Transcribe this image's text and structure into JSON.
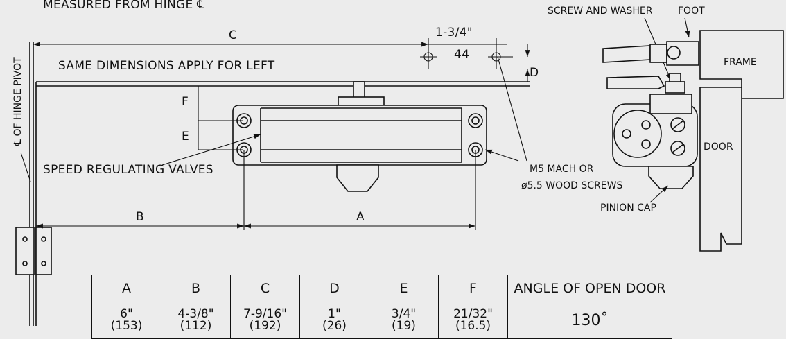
{
  "labels": {
    "measured_from": "MEASURED FROM HINGE ℄",
    "screw_and_washer": "SCREW AND WASHER",
    "foot": "FOOT",
    "frame": "FRAME",
    "door": "DOOR",
    "hinge_pivot": "℄ OF HINGE PIVOT",
    "same_dimensions": "SAME DIMENSIONS APPLY FOR LEFT",
    "speed_valves": "SPEED REGULATING VALVES",
    "screws_line1": "M5 MACH OR",
    "screws_line2": "ø5.5 WOOD SCREWS",
    "pinion_cap": "PINION CAP",
    "dim_c": "C",
    "dim_top_frac": "1-3/4\"",
    "dim_top_mm": "44",
    "dim_d": "D",
    "dim_f": "F",
    "dim_e": "E",
    "dim_b": "B",
    "dim_a": "A"
  },
  "table": {
    "headers": [
      "A",
      "B",
      "C",
      "D",
      "E",
      "F",
      "ANGLE OF OPEN DOOR"
    ],
    "values": [
      {
        "top": "6\"",
        "bottom": "(153)"
      },
      {
        "top": "4-3/8\"",
        "bottom": "(112)"
      },
      {
        "top": "7-9/16\"",
        "bottom": "(192)"
      },
      {
        "top": "1\"",
        "bottom": "(26)"
      },
      {
        "top": "3/4\"",
        "bottom": "(19)"
      },
      {
        "top": "21/32\"",
        "bottom": "(16.5)"
      }
    ],
    "angle": "130˚"
  }
}
